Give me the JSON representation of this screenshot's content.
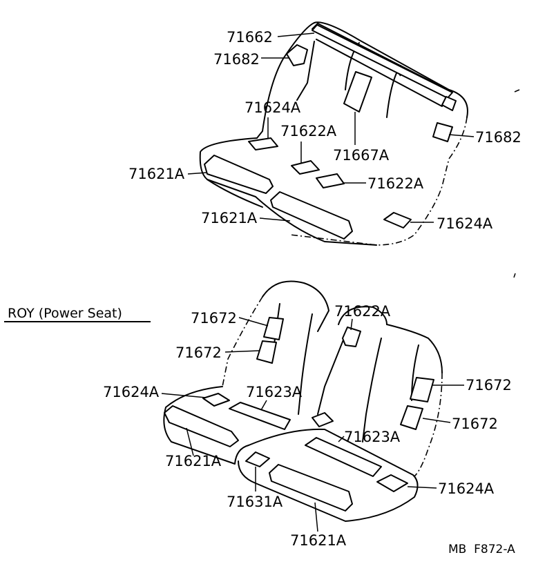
{
  "diagram": {
    "top_labels": {
      "l1": "71662",
      "l2": "71682",
      "l3": "71624A",
      "l4": "71622A",
      "l5": "71667A",
      "l6": "71682",
      "l7": "71621A",
      "l8": "71622A",
      "l9": "71621A",
      "l10": "71624A"
    },
    "section_title": "ROY (Power Seat)",
    "bottom_labels": {
      "b1": "71622A",
      "b2": "71672",
      "b3": "71672",
      "b4": "71624A",
      "b5": "71623A",
      "b6": "71672",
      "b7": "71672",
      "b8": "71623A",
      "b9": "71621A",
      "b10": "71624A",
      "b11": "71631A",
      "b12": "71621A"
    },
    "figure_code": "MB  F872-A"
  }
}
